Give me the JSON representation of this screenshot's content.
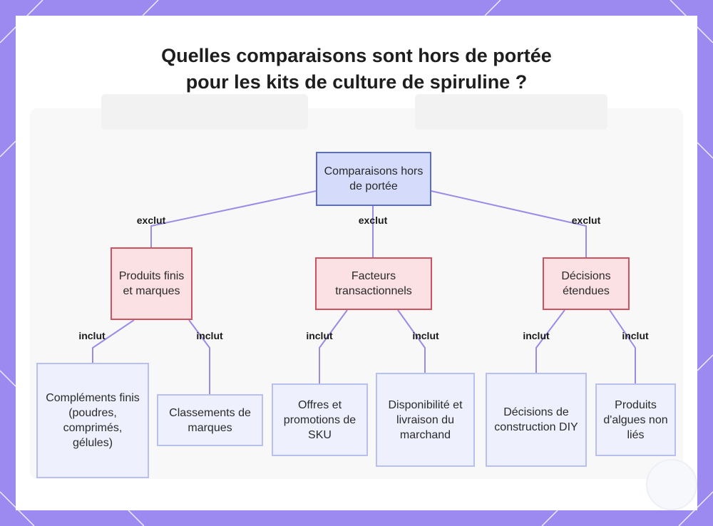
{
  "title": "Quelles comparaisons sont hors de portée pour les kits de culture de spiruline ?",
  "nodes": {
    "root": "Comparaisons hors de portée",
    "produits": "Produits finis et marques",
    "facteurs": "Facteurs transactionnels",
    "decisions": "Décisions étendues",
    "complements": "Compléments finis (poudres, comprimés, gélules)",
    "classements": "Classements de marques",
    "offres": "Offres et promotions de SKU",
    "disponibilite": "Disponibilité et livraison du marchand",
    "construction": "Décisions de construction DIY",
    "algues": "Produits d'algues non liés"
  },
  "edges": {
    "exclut": "exclut",
    "inclut": "inclut"
  },
  "colors": {
    "frame": "#9d8af0",
    "root_fill": "#d4dbfb",
    "category_fill": "#fbe0e4",
    "leaf_fill": "#eef1fd",
    "connector": "#9b8ae6"
  }
}
